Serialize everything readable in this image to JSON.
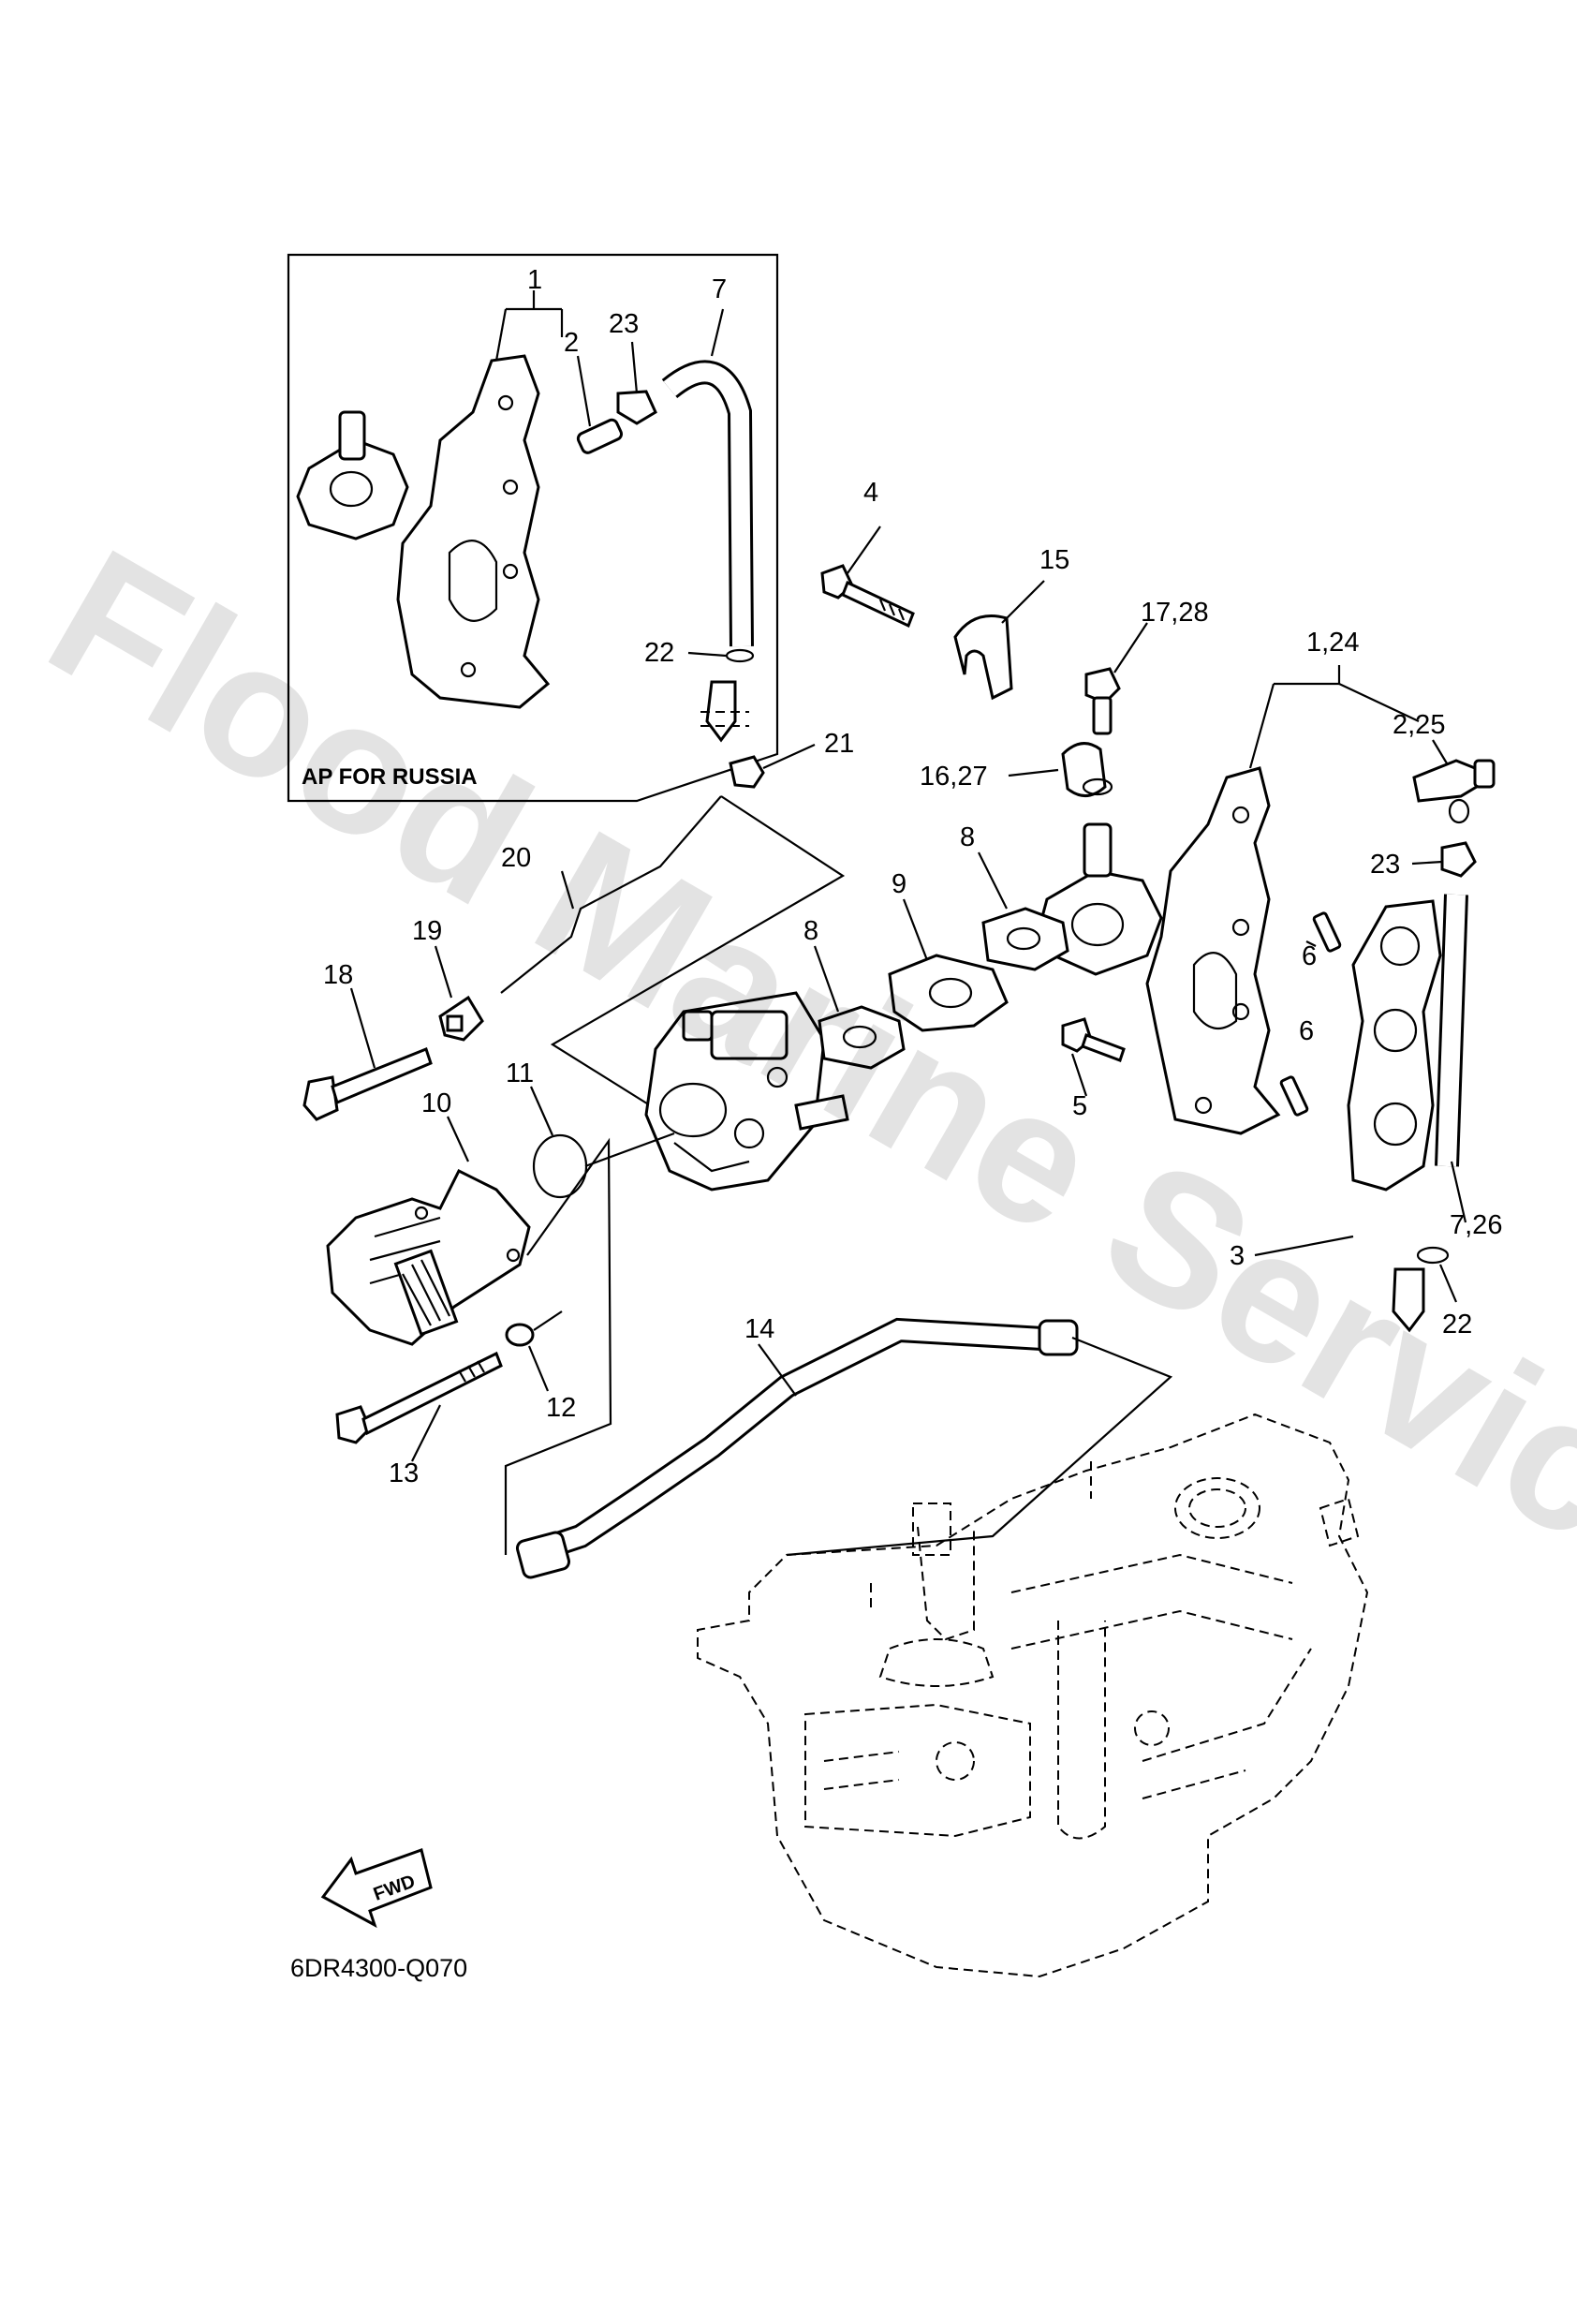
{
  "diagram": {
    "inset_title": "AP FOR RUSSIA",
    "drawing_code": "6DR4300-Q070",
    "fwd_label": "FWD",
    "watermark": "Flood Marine Services",
    "callouts": {
      "c1": "1",
      "c2": "2",
      "c23a": "23",
      "c7": "7",
      "c22a": "22",
      "c4": "4",
      "c15": "15",
      "c17_28": "17,28",
      "c1_24": "1,24",
      "c2_25": "2,25",
      "c21": "21",
      "c16_27": "16,27",
      "c23b": "23",
      "c20": "20",
      "c8a": "8",
      "c9": "9",
      "c8b": "8",
      "c19": "19",
      "c18": "18",
      "c6a": "6",
      "c6b": "6",
      "c11": "11",
      "c10": "10",
      "c5": "5",
      "c3": "3",
      "c7_26": "7,26",
      "c22b": "22",
      "c14": "14",
      "c12": "12",
      "c13": "13"
    }
  }
}
